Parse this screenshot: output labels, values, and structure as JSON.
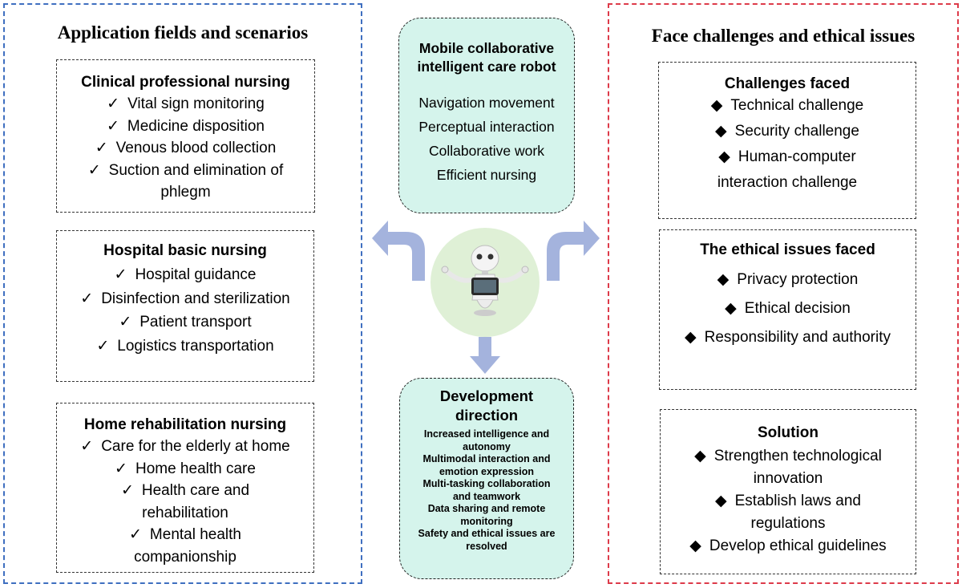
{
  "left": {
    "title": "Application fields and scenarios",
    "clinical": {
      "title": "Clinical professional nursing",
      "items": [
        "Vital sign monitoring",
        "Medicine disposition",
        "Venous blood collection",
        "Suction and elimination of",
        "phlegm"
      ]
    },
    "hospital": {
      "title": "Hospital basic nursing",
      "items": [
        "Hospital guidance",
        "Disinfection and sterilization",
        "Patient transport",
        "Logistics transportation"
      ]
    },
    "home": {
      "title": "Home rehabilitation nursing",
      "items": [
        "Care for the elderly at home",
        "Home health care",
        "Health care and",
        "rehabilitation",
        "Mental health",
        "companionship"
      ]
    }
  },
  "center": {
    "robot": {
      "title_line1": "Mobile collaborative",
      "title_line2": "intelligent care robot",
      "items": [
        "Navigation movement",
        "Perceptual interaction",
        "Collaborative work",
        "Efficient nursing"
      ]
    },
    "development": {
      "title_line1": "Development",
      "title_line2": "direction",
      "items": [
        "Increased intelligence and",
        "autonomy",
        "Multimodal interaction and",
        "emotion expression",
        "Multi-tasking collaboration",
        "and teamwork",
        "Data sharing and remote",
        "monitoring",
        "Safety and ethical issues are",
        "resolved"
      ]
    }
  },
  "right": {
    "title": "Face challenges and ethical issues",
    "challenges": {
      "title": "Challenges faced",
      "items": [
        "Technical challenge",
        "Security challenge",
        "Human-computer",
        "interaction challenge"
      ]
    },
    "ethical": {
      "title": "The ethical issues faced",
      "items": [
        "Privacy protection",
        "Ethical decision",
        "Responsibility and authority"
      ]
    },
    "solution": {
      "title": "Solution",
      "items": [
        "Strengthen technological",
        "innovation",
        "Establish laws and",
        "regulations",
        "Develop ethical guidelines"
      ]
    }
  },
  "symbols": {
    "check": "✓",
    "diamond": "◆"
  },
  "colors": {
    "left_border": "#3f6fc0",
    "right_border": "#dd3b4a",
    "center_fill": "#d5f4ec",
    "arrow_fill": "#a4b3dd",
    "robot_circle": "#dff0d6"
  }
}
